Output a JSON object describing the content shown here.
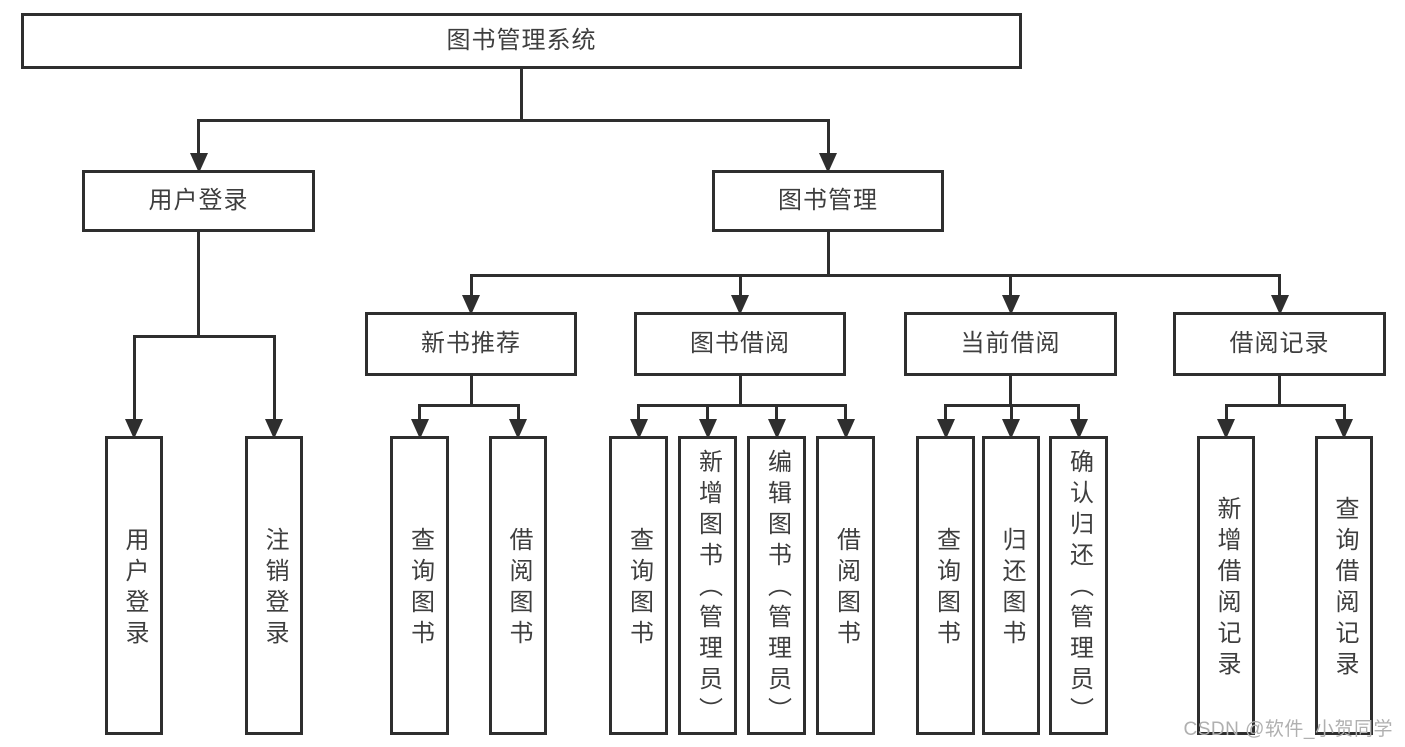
{
  "diagram": {
    "nodes": [
      {
        "id": "system",
        "label": "图书管理系统",
        "orientation": "horizontal"
      },
      {
        "id": "user-login",
        "label": "用户登录",
        "orientation": "horizontal"
      },
      {
        "id": "book-management",
        "label": "图书管理",
        "orientation": "horizontal"
      },
      {
        "id": "new-book-recommend",
        "label": "新书推荐",
        "orientation": "horizontal"
      },
      {
        "id": "book-borrowing",
        "label": "图书借阅",
        "orientation": "horizontal"
      },
      {
        "id": "current-borrowing",
        "label": "当前借阅",
        "orientation": "horizontal"
      },
      {
        "id": "borrowing-records",
        "label": "借阅记录",
        "orientation": "horizontal"
      },
      {
        "id": "user-login-action",
        "label": "用户登录",
        "orientation": "vertical"
      },
      {
        "id": "logout-action",
        "label": "注销登录",
        "orientation": "vertical"
      },
      {
        "id": "recommend-query-books",
        "label": "查询图书",
        "orientation": "vertical"
      },
      {
        "id": "recommend-borrow-books",
        "label": "借阅图书",
        "orientation": "vertical"
      },
      {
        "id": "borrowing-query-books",
        "label": "查询图书",
        "orientation": "vertical"
      },
      {
        "id": "borrowing-add-books-admin",
        "label": "新增图书（管理员）",
        "orientation": "vertical"
      },
      {
        "id": "borrowing-edit-books-admin",
        "label": "编辑图书（管理员）",
        "orientation": "vertical"
      },
      {
        "id": "borrowing-borrow-books",
        "label": "借阅图书",
        "orientation": "vertical"
      },
      {
        "id": "current-query-books",
        "label": "查询图书",
        "orientation": "vertical"
      },
      {
        "id": "current-return-books",
        "label": "归还图书",
        "orientation": "vertical"
      },
      {
        "id": "current-confirm-return-admin",
        "label": "确认归还（管理员）",
        "orientation": "vertical"
      },
      {
        "id": "records-add-record",
        "label": "新增借阅记录",
        "orientation": "vertical"
      },
      {
        "id": "records-query-record",
        "label": "查询借阅记录",
        "orientation": "vertical"
      }
    ],
    "edges": [
      {
        "from": "system",
        "to": [
          "user-login",
          "book-management"
        ]
      },
      {
        "from": "user-login",
        "to": [
          "user-login-action",
          "logout-action"
        ]
      },
      {
        "from": "book-management",
        "to": [
          "new-book-recommend",
          "book-borrowing",
          "current-borrowing",
          "borrowing-records"
        ]
      },
      {
        "from": "new-book-recommend",
        "to": [
          "recommend-query-books",
          "recommend-borrow-books"
        ]
      },
      {
        "from": "book-borrowing",
        "to": [
          "borrowing-query-books",
          "borrowing-add-books-admin",
          "borrowing-edit-books-admin",
          "borrowing-borrow-books"
        ]
      },
      {
        "from": "current-borrowing",
        "to": [
          "current-query-books",
          "current-return-books",
          "current-confirm-return-admin"
        ]
      },
      {
        "from": "borrowing-records",
        "to": [
          "records-add-record",
          "records-query-record"
        ]
      }
    ]
  },
  "watermark": {
    "text": "CSDN @软件_小贺同学"
  },
  "colors": {
    "line": "#2e2e2e",
    "text": "#3e3e3e",
    "watermark": "#b0b0b0",
    "background": "#ffffff"
  }
}
